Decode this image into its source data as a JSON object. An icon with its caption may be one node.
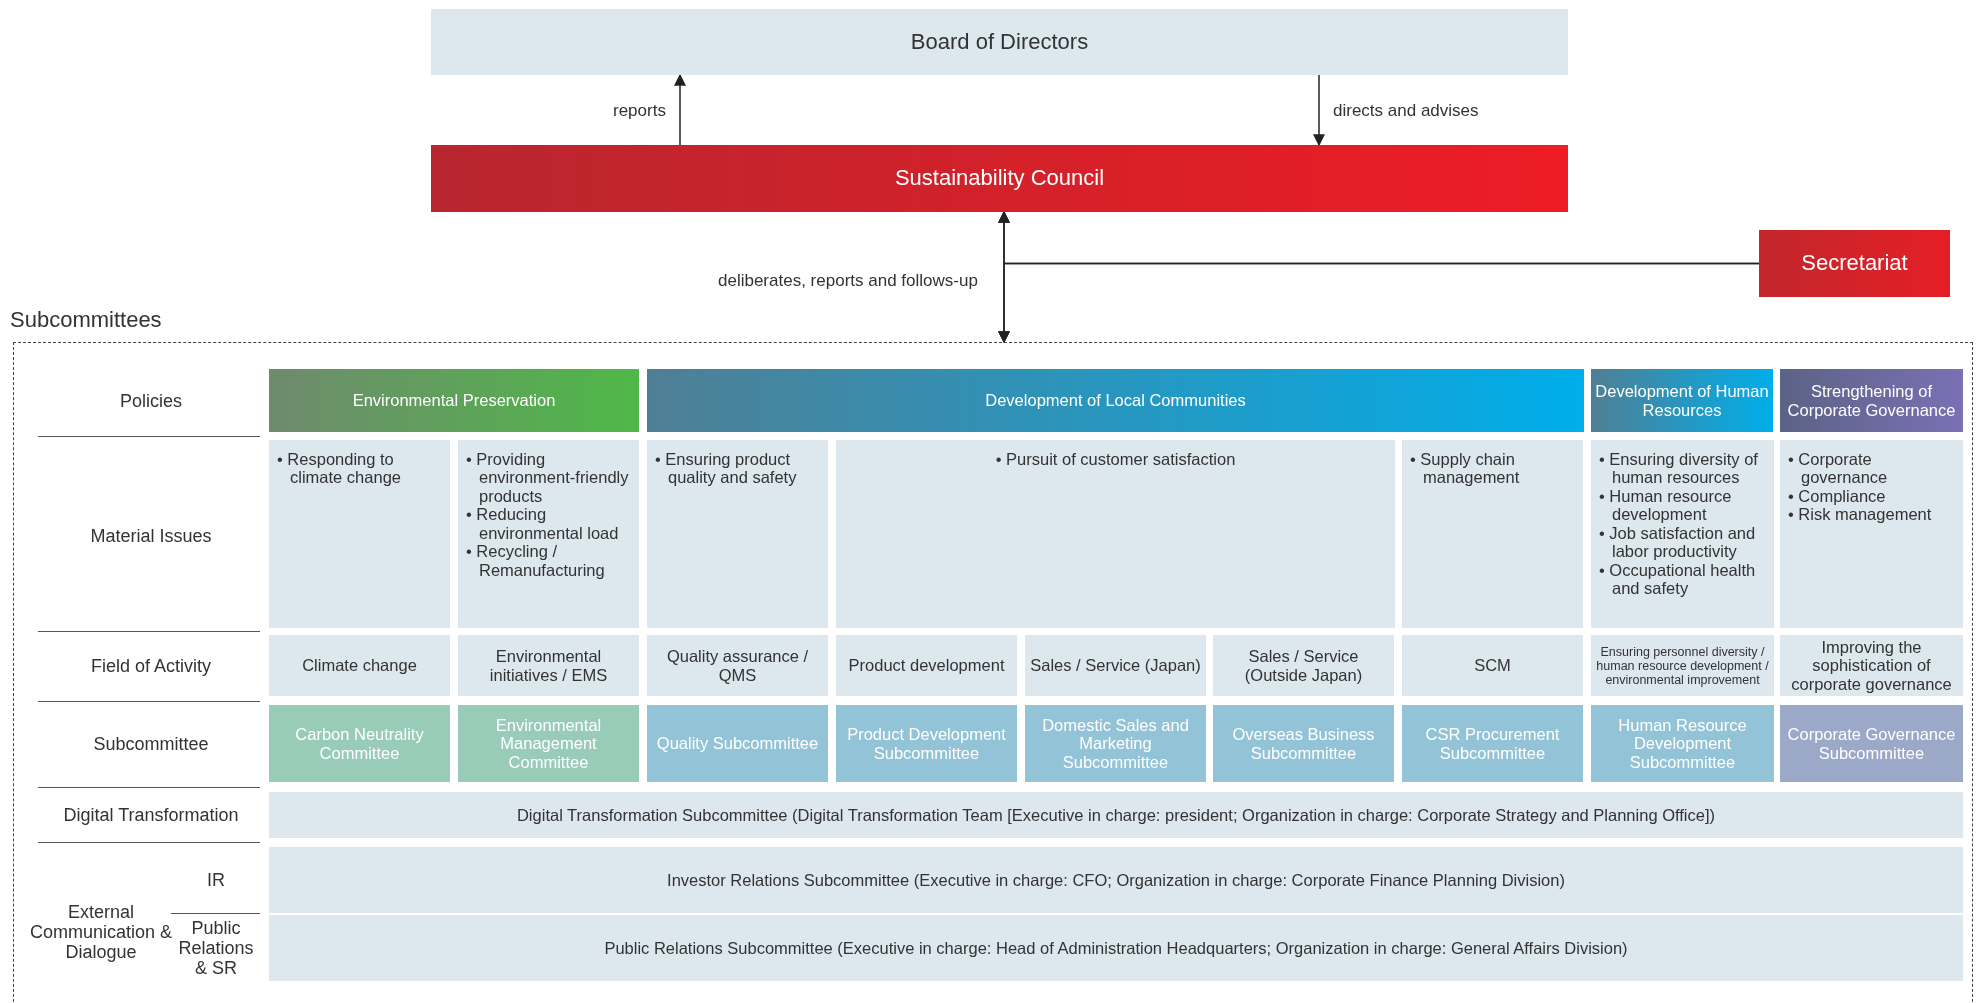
{
  "diagram": {
    "nodes": [
      {
        "text": [
          "Board of Directors"
        ]
      },
      {
        "text": [
          "Sustainability Council"
        ]
      },
      {
        "text": [
          "Secretariat"
        ]
      },
      {
        "text": [
          "Subcommittees"
        ]
      },
      {
        "text": [
          "Environmental Preservation"
        ],
        "in": 3
      },
      {
        "text": [
          "Development of Local Communities"
        ],
        "in": 3
      },
      {
        "text": [
          "Development of Human Resources"
        ],
        "in": 3
      },
      {
        "text": [
          "Strengthening of Corporate Governance"
        ],
        "in": 3
      },
      {
        "text": [
          "• Responding to climate change"
        ],
        "in": 3
      },
      {
        "text": [
          "• Providing environment-friendly products",
          "• Reducing environmental load",
          "• Recycling / Remanufacturing"
        ],
        "in": 3
      },
      {
        "text": [
          "• Ensuring product quality and safety"
        ],
        "in": 3
      },
      {
        "text": [
          "• Pursuit of customer satisfaction"
        ],
        "in": 3
      },
      {
        "text": [
          "• Supply chain management"
        ],
        "in": 3
      },
      {
        "text": [
          "• Ensuring diversity of human resources",
          "• Human resource development",
          "• Job satisfaction and labor productivity",
          "• Occupational health and safety"
        ],
        "in": 3
      },
      {
        "text": [
          "• Corporate governance",
          "• Compliance",
          "• Risk management"
        ],
        "in": 3
      },
      {
        "text": [
          "Climate change"
        ],
        "in": 3
      },
      {
        "text": [
          "Environmental initiatives / EMS"
        ],
        "in": 3
      },
      {
        "text": [
          "Quality assurance / QMS"
        ],
        "in": 3
      },
      {
        "text": [
          "Product development"
        ],
        "in": 3
      },
      {
        "text": [
          "Sales / Service (Japan)"
        ],
        "in": 3
      },
      {
        "text": [
          "Sales / Service (Outside Japan)"
        ],
        "in": 3
      },
      {
        "text": [
          "SCM"
        ],
        "in": 3
      },
      {
        "text": [
          "Ensuring personnel diversity / human resource development / environmental improvement"
        ],
        "in": 3
      },
      {
        "text": [
          "Improving the sophistication of corporate governance"
        ],
        "in": 3
      },
      {
        "text": [
          "Carbon Neutrality Committee"
        ],
        "in": 3
      },
      {
        "text": [
          "Environmental Management Committee"
        ],
        "in": 3
      },
      {
        "text": [
          "Quality Subcommittee"
        ],
        "in": 3
      },
      {
        "text": [
          "Product Development Subcommittee"
        ],
        "in": 3
      },
      {
        "text": [
          "Domestic Sales and Marketing Subcommittee"
        ],
        "in": 3
      },
      {
        "text": [
          "Overseas Business Subcommittee"
        ],
        "in": 3
      },
      {
        "text": [
          "CSR Procurement Subcommittee"
        ],
        "in": 3
      },
      {
        "text": [
          "Human Resource Development Subcommittee"
        ],
        "in": 3
      },
      {
        "text": [
          "Corporate Governance Subcommittee"
        ],
        "in": 3
      },
      {
        "text": [
          "Digital Transformation Subcommittee (Digital Transformation Team [Executive in charge: president; Organization in charge: Corporate Strategy and Planning Office])"
        ],
        "in": 3
      },
      {
        "text": [
          "Investor Relations Subcommittee (Executive in charge: CFO; Organization in charge: Corporate Finance Planning Division)"
        ],
        "in": 3
      },
      {
        "text": [
          "Public Relations Subcommittee (Executive in charge: Head of Administration Headquarters; Organization in charge: General Affairs Division)"
        ],
        "in": 3
      }
    ],
    "edges": [
      {
        "from": 1,
        "to": 0,
        "arrow": "to",
        "label": "reports"
      },
      {
        "from": 0,
        "to": 1,
        "arrow": "to",
        "label": "directs and advises"
      },
      {
        "from": 1,
        "to": 3,
        "arrow": "both",
        "label": "deliberates, reports and follows-up"
      },
      {
        "from": 2,
        "to": 1,
        "arrow": "to"
      },
      {
        "from": 2,
        "to": 3,
        "arrow": "to"
      }
    ],
    "labels": [
      "Policies",
      "Material Issues",
      "Field of Activity",
      "Subcommittee",
      "Digital Transformation",
      "IR",
      "External Communication & Dialogue",
      "Public Relations & SR"
    ]
  }
}
